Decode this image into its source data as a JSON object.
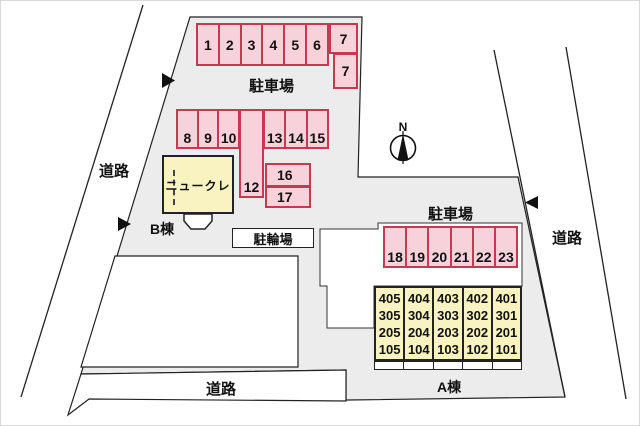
{
  "site": {
    "compass": {
      "label": "N"
    },
    "roads": {
      "left": "道路",
      "right": "道路",
      "bottom": "道路"
    },
    "parking_top": {
      "label": "駐車場",
      "spaces": [
        "1",
        "2",
        "3",
        "4",
        "5",
        "6"
      ],
      "space7_upper": "7",
      "space7_lower": "7"
    },
    "parking_mid": {
      "left": [
        "8",
        "9",
        "10"
      ],
      "tall": "12",
      "right": [
        "13",
        "14",
        "15"
      ],
      "wide": [
        "16",
        "17"
      ]
    },
    "parking_right": {
      "label": "駐車場",
      "spaces": [
        "18",
        "19",
        "20",
        "21",
        "22",
        "23"
      ]
    },
    "building_b": {
      "label": "B棟",
      "name": "ニュークレ"
    },
    "building_a": {
      "label": "A棟",
      "units_columns": [
        [
          "405",
          "305",
          "205",
          "105"
        ],
        [
          "404",
          "304",
          "204",
          "104"
        ],
        [
          "403",
          "303",
          "203",
          "103"
        ],
        [
          "402",
          "302",
          "202",
          "102"
        ],
        [
          "401",
          "301",
          "201",
          "101"
        ]
      ]
    },
    "bicycle_parking": {
      "label": "駐輪場"
    }
  },
  "colors": {
    "site_fill": "#ececec",
    "parking_fill": "#f8d2da",
    "parking_border": "#c43a52",
    "building_fill": "#f8f3c0",
    "line": "#222222"
  }
}
